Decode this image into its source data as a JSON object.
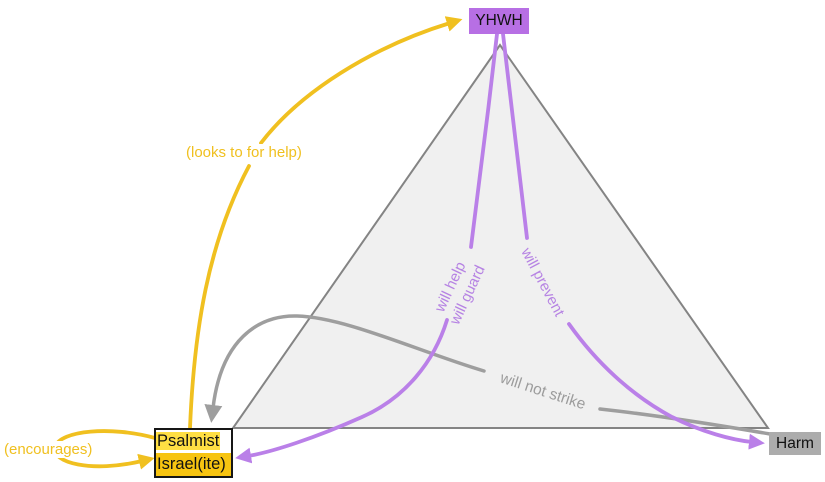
{
  "title": "YHWH / Psalmist / Harm relationship triangle diagram",
  "colors": {
    "gold_arrow": "#f0c020",
    "purple_arrow": "#ba80e8",
    "yhwh_box_bg": "#b76fe4",
    "gray_arrow": "#9e9e9e",
    "triangle_fill": "#f0f0f0",
    "triangle_stroke": "#848484",
    "harm_box_bg": "#acacac",
    "psalmist_highlight": "#ffdf43",
    "israelite_bg": "#f7c411"
  },
  "nodes": {
    "yhwh": {
      "label": "YHWH"
    },
    "psalmist": {
      "line1": "Psalmist",
      "line2": "Israel(ite)"
    },
    "harm": {
      "label": "Harm"
    }
  },
  "edges": {
    "looks_to_for_help": {
      "label": "(looks to for help)",
      "from": "Psalmist/Israel(ite)",
      "to": "YHWH",
      "color": "#f0c020"
    },
    "encourages": {
      "label": "(encourages)",
      "from": "Psalmist",
      "to": "Israel(ite)",
      "color": "#f0c020"
    },
    "will_help_guard": {
      "line1": "will help",
      "line2": "will guard",
      "from": "YHWH",
      "to": "Psalmist/Israel(ite)",
      "color": "#ba80e8"
    },
    "will_prevent": {
      "label": "will prevent",
      "from": "YHWH",
      "to": "Harm",
      "color": "#ba80e8"
    },
    "will_not_strike": {
      "label": "will not strike",
      "from": "Harm",
      "to": "Psalmist/Israel(ite)",
      "color": "#9e9e9e"
    }
  }
}
